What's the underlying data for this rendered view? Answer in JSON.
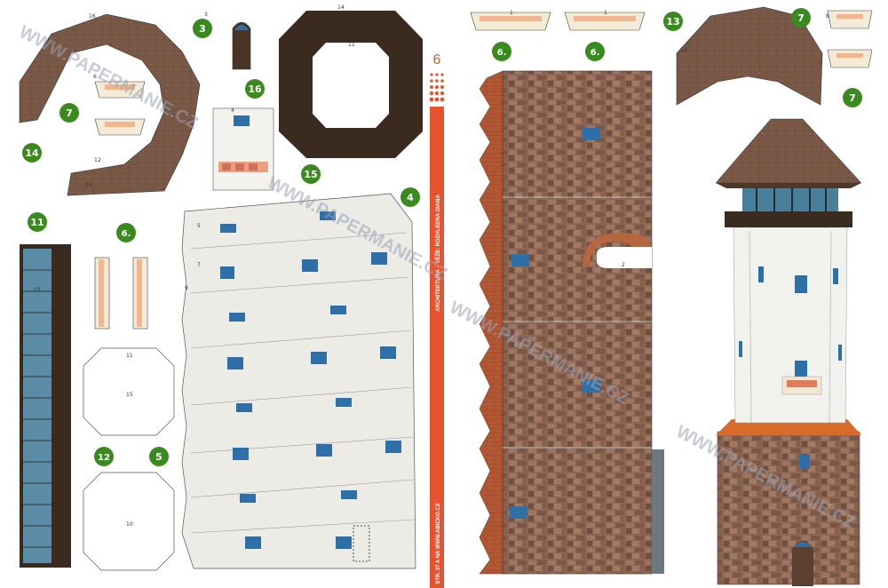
{
  "watermark": "WWW.PAPERMANIE.CZ",
  "page_number": "6",
  "spine_title": "ARCHITEKTURA – VĚŽE: ROZHLEDNA DIANA",
  "spine_footer": "STR. 37 A NA WWW.ABICKO.CZ",
  "part_labels": [
    "3",
    "6.",
    "6.",
    "6.",
    "7",
    "7",
    "7",
    "13",
    "14",
    "16",
    "15",
    "4",
    "11",
    "12",
    "5"
  ],
  "dims": {
    "d1": "1",
    "d2": "2",
    "d3": "3",
    "d4": "4",
    "d5": "5",
    "d6": "6",
    "d7": "7",
    "d8": "8",
    "d9": "9",
    "d10": "10",
    "d11": "11",
    "d12": "12",
    "d13": "13",
    "d14": "14",
    "d15": "15",
    "d16": "16"
  },
  "colors": {
    "label_green": "#3a8a1f",
    "roof_brown": "#7a5a48",
    "stone": "#8a6450",
    "wall_white": "#ecebe6",
    "window_blue": "#2f6fa8",
    "dark_frame": "#3a2a20",
    "accent_red": "#e8532f",
    "orange_roof": "#d96a2a"
  }
}
